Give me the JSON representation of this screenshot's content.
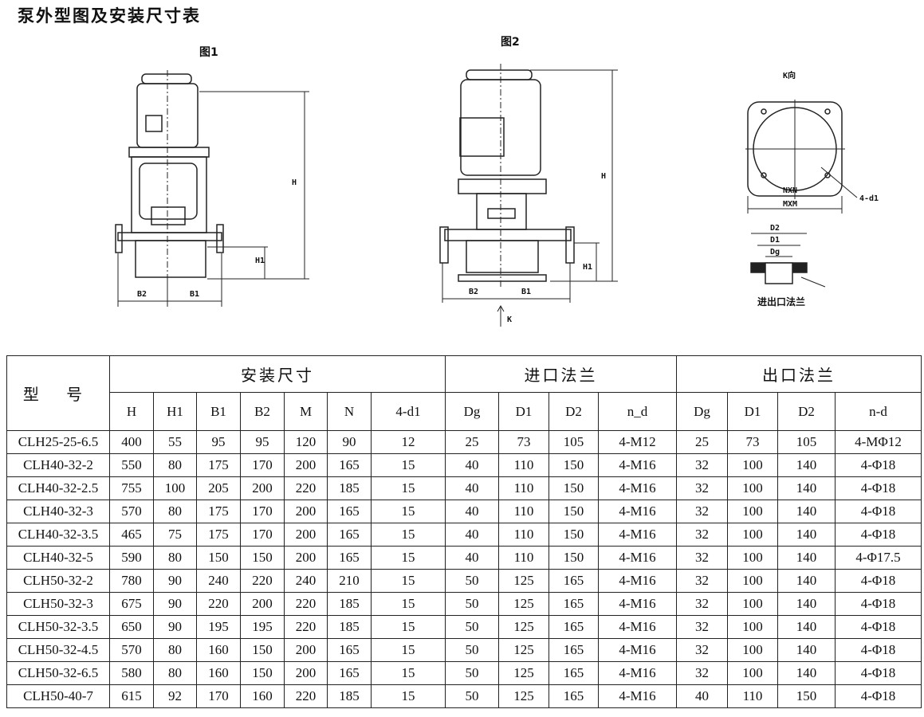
{
  "title": "泵外型图及安装尺寸表",
  "figures": {
    "fig1": {
      "caption": "图1",
      "labels": {
        "H": "H",
        "H1": "H1",
        "B2": "B2",
        "B1": "B1"
      }
    },
    "fig2": {
      "caption": "图2",
      "labels": {
        "H": "H",
        "H1": "H1",
        "B2": "B2",
        "B1": "B1",
        "K": "K"
      }
    },
    "kview": {
      "caption": "K向",
      "nxn": "NXN",
      "mxm": "MXM",
      "holes": "4-d1"
    },
    "flange": {
      "caption": "进出口法兰",
      "D2": "D2",
      "D1": "D1",
      "Dg": "Dg"
    }
  },
  "table": {
    "model_header": "型 号",
    "groups": [
      "安装尺寸",
      "进口法兰",
      "出口法兰"
    ],
    "columns": [
      "H",
      "H1",
      "B1",
      "B2",
      "M",
      "N",
      "4-d1",
      "Dg",
      "D1",
      "D2",
      "n_d",
      "Dg",
      "D1",
      "D2",
      "n-d"
    ],
    "rows": [
      [
        "CLH25-25-6.5",
        "400",
        "55",
        "95",
        "95",
        "120",
        "90",
        "12",
        "25",
        "73",
        "105",
        "4-M12",
        "25",
        "73",
        "105",
        "4-MΦ12"
      ],
      [
        "CLH40-32-2",
        "550",
        "80",
        "175",
        "170",
        "200",
        "165",
        "15",
        "40",
        "110",
        "150",
        "4-M16",
        "32",
        "100",
        "140",
        "4-Φ18"
      ],
      [
        "CLH40-32-2.5",
        "755",
        "100",
        "205",
        "200",
        "220",
        "185",
        "15",
        "40",
        "110",
        "150",
        "4-M16",
        "32",
        "100",
        "140",
        "4-Φ18"
      ],
      [
        "CLH40-32-3",
        "570",
        "80",
        "175",
        "170",
        "200",
        "165",
        "15",
        "40",
        "110",
        "150",
        "4-M16",
        "32",
        "100",
        "140",
        "4-Φ18"
      ],
      [
        "CLH40-32-3.5",
        "465",
        "75",
        "175",
        "170",
        "200",
        "165",
        "15",
        "40",
        "110",
        "150",
        "4-M16",
        "32",
        "100",
        "140",
        "4-Φ18"
      ],
      [
        "CLH40-32-5",
        "590",
        "80",
        "150",
        "150",
        "200",
        "165",
        "15",
        "40",
        "110",
        "150",
        "4-M16",
        "32",
        "100",
        "140",
        "4-Φ17.5"
      ],
      [
        "CLH50-32-2",
        "780",
        "90",
        "240",
        "220",
        "240",
        "210",
        "15",
        "50",
        "125",
        "165",
        "4-M16",
        "32",
        "100",
        "140",
        "4-Φ18"
      ],
      [
        "CLH50-32-3",
        "675",
        "90",
        "220",
        "200",
        "220",
        "185",
        "15",
        "50",
        "125",
        "165",
        "4-M16",
        "32",
        "100",
        "140",
        "4-Φ18"
      ],
      [
        "CLH50-32-3.5",
        "650",
        "90",
        "195",
        "195",
        "220",
        "185",
        "15",
        "50",
        "125",
        "165",
        "4-M16",
        "32",
        "100",
        "140",
        "4-Φ18"
      ],
      [
        "CLH50-32-4.5",
        "570",
        "80",
        "160",
        "150",
        "200",
        "165",
        "15",
        "50",
        "125",
        "165",
        "4-M16",
        "32",
        "100",
        "140",
        "4-Φ18"
      ],
      [
        "CLH50-32-6.5",
        "580",
        "80",
        "160",
        "150",
        "200",
        "165",
        "15",
        "50",
        "125",
        "165",
        "4-M16",
        "32",
        "100",
        "140",
        "4-Φ18"
      ],
      [
        "CLH50-40-7",
        "615",
        "92",
        "170",
        "160",
        "220",
        "185",
        "15",
        "50",
        "125",
        "165",
        "4-M16",
        "40",
        "110",
        "150",
        "4-Φ18"
      ]
    ]
  }
}
